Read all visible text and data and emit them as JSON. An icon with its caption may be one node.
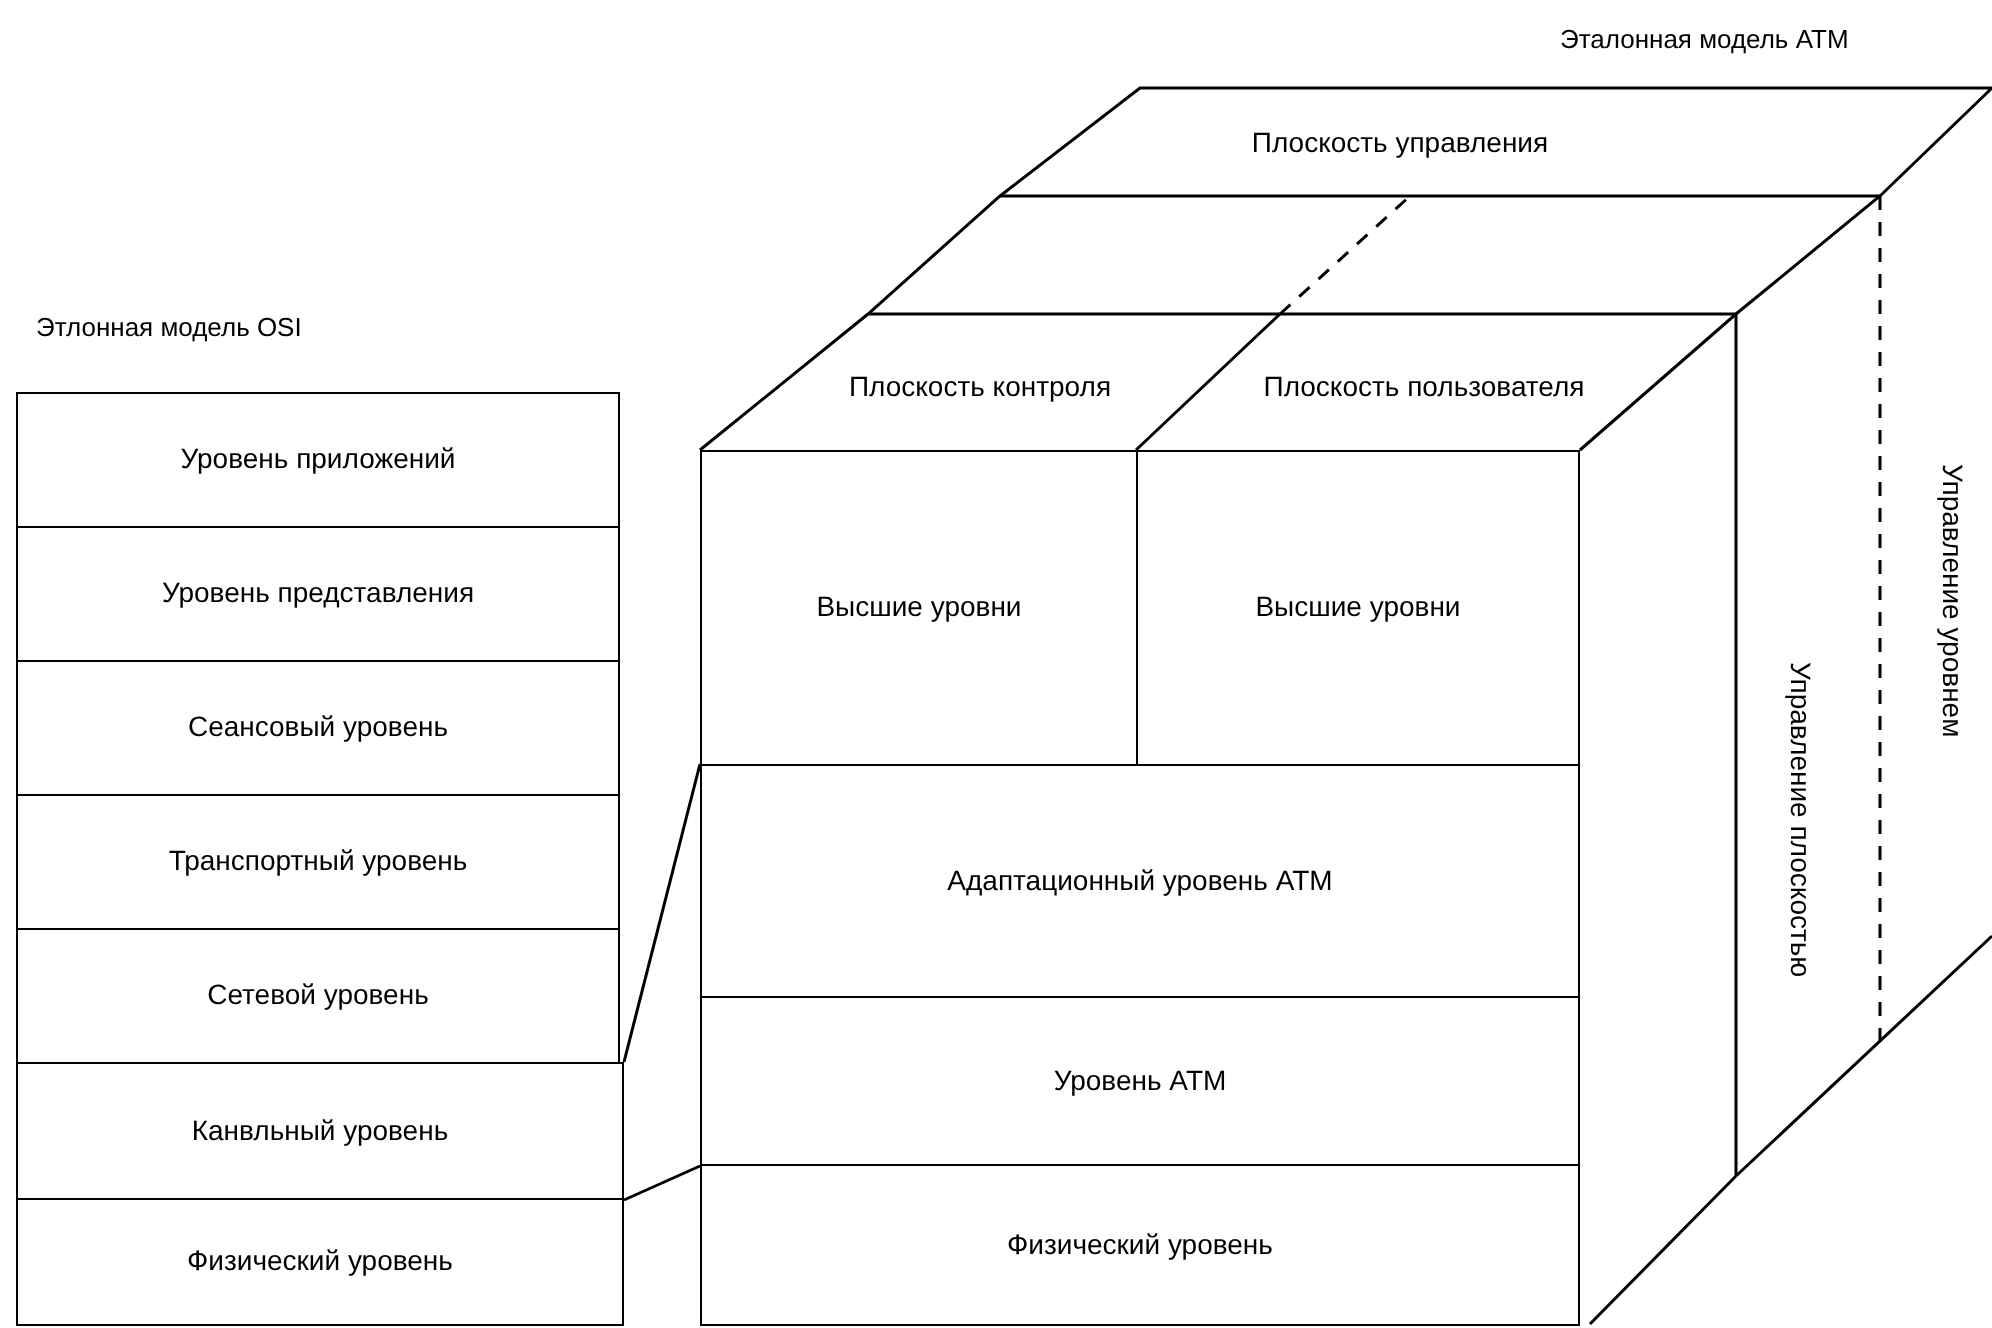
{
  "diagram": {
    "nodes": [
      {
        "text": [
          "Уровень приложений"
        ]
      },
      {
        "text": [
          "Уровень представления"
        ]
      },
      {
        "text": [
          "Сеансовый уровень"
        ]
      },
      {
        "text": [
          "Транспортный уровень"
        ]
      },
      {
        "text": [
          "Сетевой уровень"
        ]
      },
      {
        "text": [
          "Канвльный уровень"
        ]
      },
      {
        "text": [
          "Физический уровень"
        ]
      },
      {
        "text": [
          "Высшие уровни"
        ]
      },
      {
        "text": [
          "Высшие уровни"
        ]
      },
      {
        "text": [
          "Адаптационный уровень ATM"
        ]
      },
      {
        "text": [
          "Уровень ATM"
        ]
      },
      {
        "text": [
          "Физический уровень"
        ]
      },
      {
        "text": [
          "Плоскость управления"
        ]
      },
      {
        "text": [
          "Плоскость контроля"
        ]
      },
      {
        "text": [
          "Плоскость пользователя"
        ]
      },
      {
        "text": [
          "Управление плоскостью"
        ]
      },
      {
        "text": [
          "Управление уровнем"
        ]
      }
    ],
    "edges": [
      {
        "from": 5,
        "to": 9,
        "arrow": "none"
      },
      {
        "from": 5,
        "to": 10,
        "arrow": "none"
      }
    ],
    "labels": [
      "Эталонная модель ATM",
      "Этлонная модель OSI"
    ]
  }
}
